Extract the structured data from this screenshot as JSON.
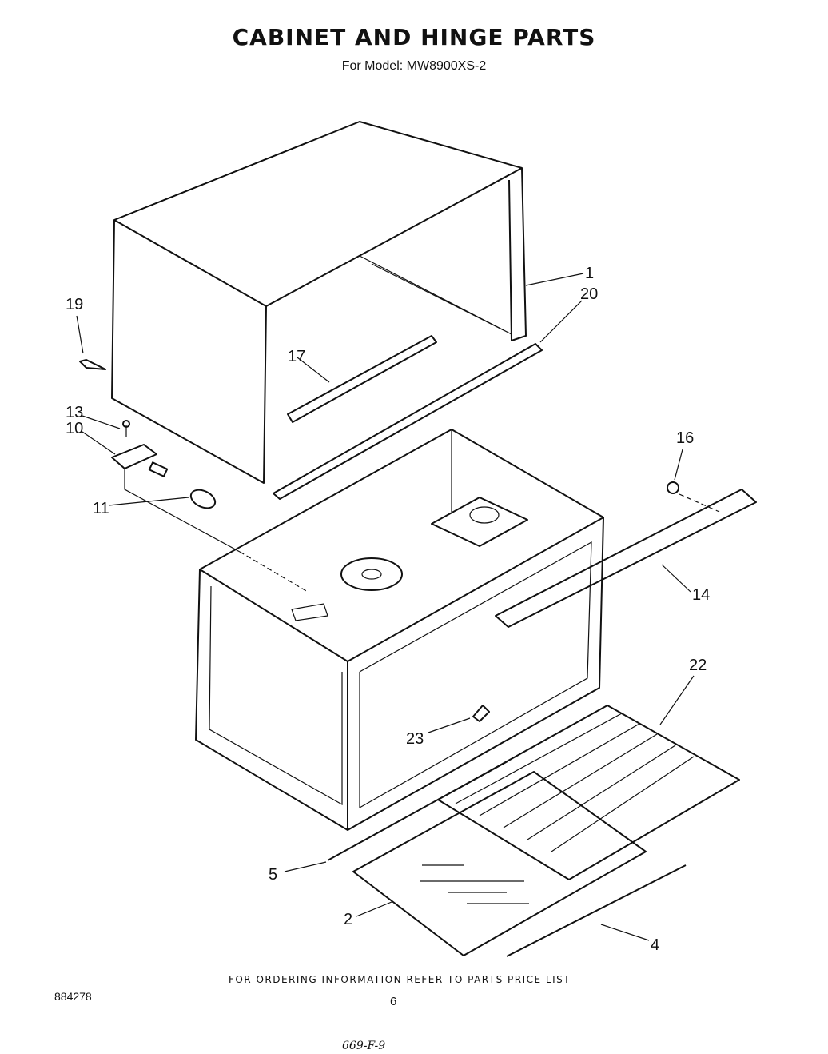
{
  "header": {
    "title": "CABINET AND  HINGE PARTS",
    "subtitle": "For Model: MW8900XS-2"
  },
  "callouts": {
    "c1": "1",
    "c2": "2",
    "c4": "4",
    "c5": "5",
    "c10": "10",
    "c11": "11",
    "c13": "13",
    "c14": "14",
    "c16": "16",
    "c17": "17",
    "c19": "19",
    "c20": "20",
    "c22": "22",
    "c23": "23"
  },
  "footer": {
    "note": "FOR ORDERING INFORMATION REFER TO PARTS PRICE LIST",
    "doc_number": "884278",
    "page": "6",
    "handwritten": "669-F-9"
  }
}
